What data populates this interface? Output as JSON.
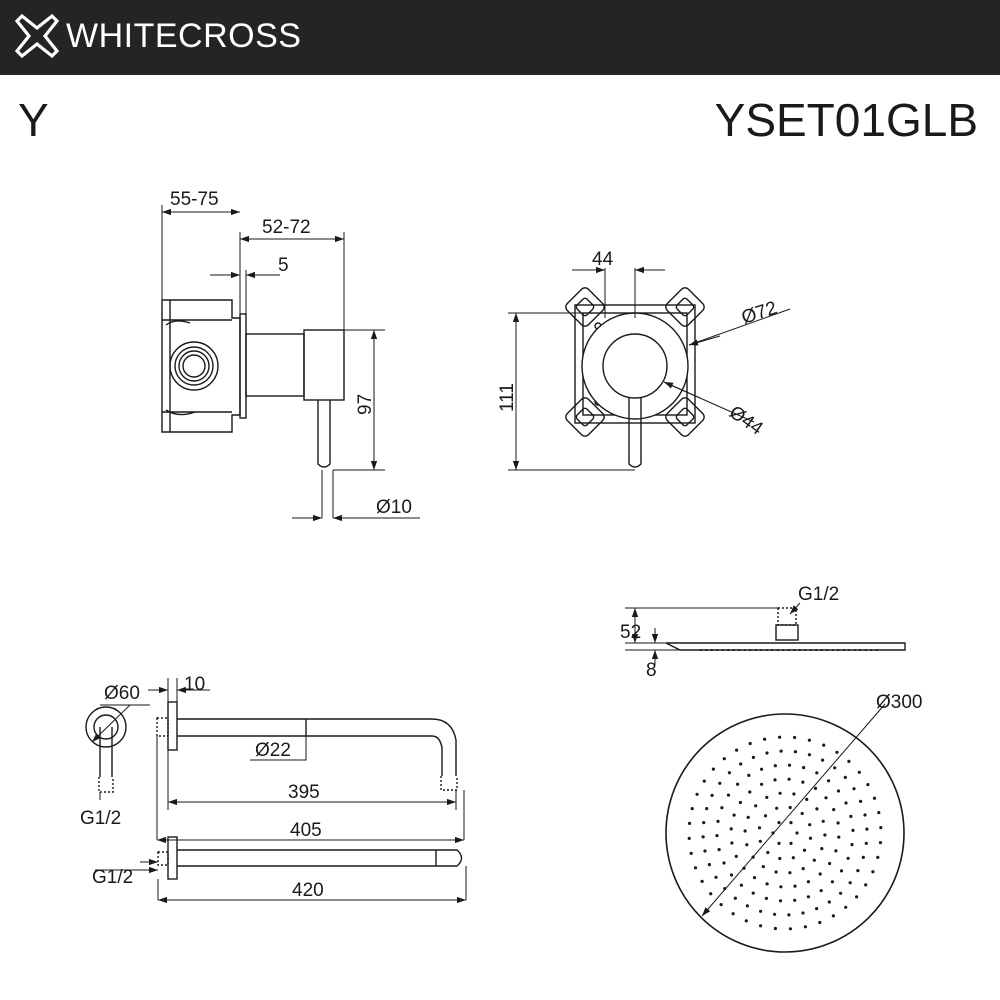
{
  "header": {
    "brand": "WHITECROSS",
    "series": "Y",
    "product_code": "YSET01GLB",
    "logo_icon": "cross-logo-icon",
    "background": "#242424"
  },
  "mixer": {
    "side_view": {
      "dim_body_depth": "55-75",
      "dim_handle_depth": "52-72",
      "dim_plate_thickness": "5",
      "dim_height": "97",
      "dim_lever_diameter": "Ø10"
    },
    "front_view": {
      "dim_width": "44",
      "dim_height": "111",
      "dim_plate_diameter": "Ø72",
      "dim_handle_diameter": "Ø44"
    }
  },
  "arm": {
    "dim_flange_diameter": "Ø60",
    "dim_flange_thickness": "10",
    "dim_tube_diameter": "Ø22",
    "dim_thread": "G1/2",
    "dim_reach": "395",
    "dim_total": "405",
    "straight_arm": {
      "dim_thread": "G1/2",
      "dim_total": "420"
    }
  },
  "shower_head": {
    "dim_thread": "G1/2",
    "dim_height": "52",
    "dim_thickness": "8",
    "dim_diameter": "Ø300"
  }
}
